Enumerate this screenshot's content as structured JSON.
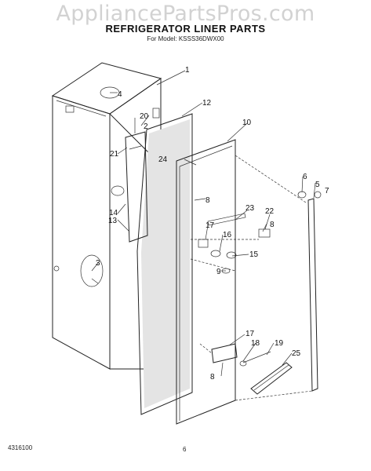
{
  "watermark": "AppliancePartsPros.com",
  "title": "REFRIGERATOR LINER PARTS",
  "subtitle": "For Model: KSSS36DWX00",
  "footer_code": "4316100",
  "page_number": "6",
  "callouts": [
    {
      "id": "c1",
      "label": "1"
    },
    {
      "id": "c2",
      "label": "2"
    },
    {
      "id": "c3",
      "label": "3"
    },
    {
      "id": "c4",
      "label": "4"
    },
    {
      "id": "c5",
      "label": "5"
    },
    {
      "id": "c6",
      "label": "6"
    },
    {
      "id": "c7",
      "label": "7"
    },
    {
      "id": "c8a",
      "label": "8"
    },
    {
      "id": "c8b",
      "label": "8"
    },
    {
      "id": "c8c",
      "label": "8"
    },
    {
      "id": "c9",
      "label": "9"
    },
    {
      "id": "c10",
      "label": "10"
    },
    {
      "id": "c12",
      "label": "12"
    },
    {
      "id": "c13",
      "label": "13"
    },
    {
      "id": "c14",
      "label": "14"
    },
    {
      "id": "c15",
      "label": "15"
    },
    {
      "id": "c16",
      "label": "16"
    },
    {
      "id": "c17a",
      "label": "17"
    },
    {
      "id": "c17b",
      "label": "17"
    },
    {
      "id": "c18",
      "label": "18"
    },
    {
      "id": "c19",
      "label": "19"
    },
    {
      "id": "c20",
      "label": "20"
    },
    {
      "id": "c21",
      "label": "21"
    },
    {
      "id": "c22",
      "label": "22"
    },
    {
      "id": "c23",
      "label": "23"
    },
    {
      "id": "c24",
      "label": "24"
    },
    {
      "id": "c25",
      "label": "25"
    }
  ]
}
